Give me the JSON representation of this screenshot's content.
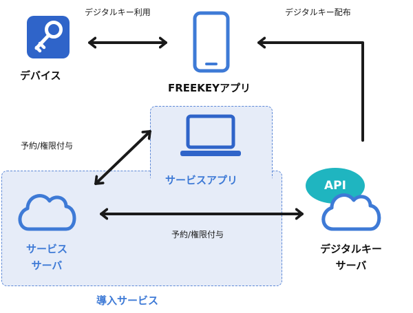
{
  "nodes": {
    "device": {
      "label": "デバイス"
    },
    "freekey_app": {
      "label": "FREEKEYアプリ"
    },
    "service_app": {
      "label": "サービスアプリ"
    },
    "service_server": {
      "label_line1": "サービス",
      "label_line2": "サーバ"
    },
    "key_server": {
      "label_line1": "デジタルキー",
      "label_line2": "サーバ",
      "badge": "API"
    }
  },
  "edges": {
    "device_app": "デジタルキー利用",
    "server_to_app": "デジタルキー配布",
    "service_diag": "予約/権限付与",
    "service_key_server": "予約/権限付与"
  },
  "region": {
    "label": "導入サービス"
  },
  "colors": {
    "blue": "#3e7ad6",
    "key_tile": "#2f64c9",
    "teal": "#1fb5c0",
    "region_fill": "#e6ecf8",
    "region_border": "#5a86d6",
    "arrow": "#1a1a1a"
  }
}
